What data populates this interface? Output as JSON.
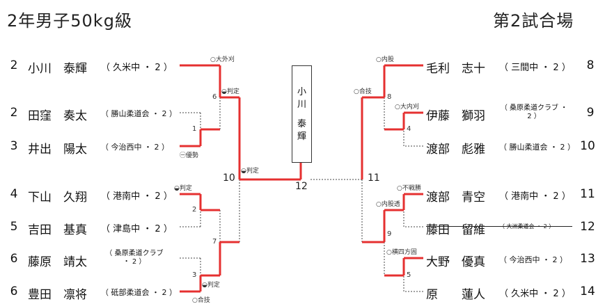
{
  "header": {
    "title": "2年男子50kg級",
    "venue": "第2試合場"
  },
  "left": [
    {
      "seed": "2",
      "name": "小川　泰輝",
      "school": "久米中",
      "grade": "2"
    },
    {
      "seed": "2",
      "name": "田窪　奏太",
      "school": "勝山柔道会",
      "grade": "2"
    },
    {
      "seed": "3",
      "name": "井出　陽太",
      "school": "今治西中",
      "grade": "2"
    },
    {
      "seed": "4",
      "name": "下山　久翔",
      "school": "港南中",
      "grade": "2"
    },
    {
      "seed": "5",
      "name": "吉田　基真",
      "school": "津島中",
      "grade": "2"
    },
    {
      "seed": "6",
      "name": "藤原　靖太",
      "school": "桑原柔道クラブ",
      "grade": "2"
    },
    {
      "seed": "6",
      "name": "豊田　凛将",
      "school": "砥部柔道会",
      "grade": "2"
    }
  ],
  "right": [
    {
      "seed": "8",
      "name": "毛利　志十",
      "school": "三間中",
      "grade": "2"
    },
    {
      "seed": "9",
      "name": "伊藤　獅羽",
      "school": "桑原柔道クラブ",
      "grade": "2"
    },
    {
      "seed": "10",
      "name": "渡部　彪雅",
      "school": "勝山柔道会",
      "grade": "2"
    },
    {
      "seed": "11",
      "name": "渡部　青空",
      "school": "港南中",
      "grade": "2"
    },
    {
      "seed": "12",
      "name": "藤田　留維",
      "school": "大洲柔道会",
      "grade": "2"
    },
    {
      "seed": "13",
      "name": "大野　優真",
      "school": "今治西中",
      "grade": "2"
    },
    {
      "seed": "14",
      "name": "原　　蓮人",
      "school": "久米中",
      "grade": "2"
    }
  ],
  "results": {
    "l_oosoto": "○大外刈",
    "l_hantei6": "◒判定",
    "l_yusei": "㊀優勢",
    "l_hantei10": "◒判定",
    "l_hantei2": "◒判定",
    "l_hantei3": "◒判定",
    "l_awase3": "○合技",
    "r_uchimata": "○内股",
    "r_awase": "○合技",
    "r_oouchi": "○大内刈",
    "r_fusenshou": "○不戦勝",
    "r_uchimata_sukashi": "○内股透",
    "r_yokoshiho": "○横四方固"
  },
  "match_numbers": {
    "m1": "1",
    "m2": "2",
    "m3": "3",
    "m4": "4",
    "m5": "5",
    "m6": "6",
    "m7": "7",
    "m8": "8",
    "m9": "9",
    "m10": "10",
    "m11": "11",
    "m12": "12"
  },
  "champion": {
    "line1": "小",
    "line2": "川",
    "line3": "泰",
    "line4": "輝"
  }
}
